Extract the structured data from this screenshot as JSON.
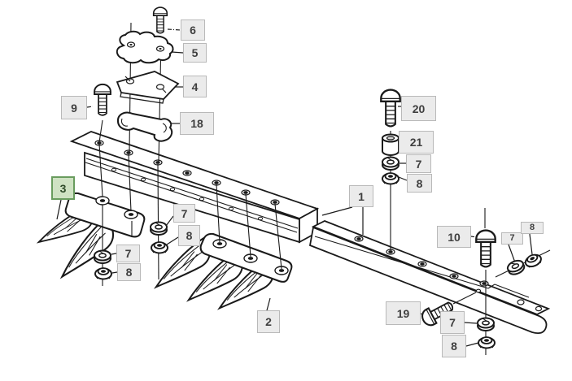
{
  "figure_alt": "exploded-parts-diagram-of-cutterbar-knife-assembly",
  "colors": {
    "background": "#ffffff",
    "line": "#1a1a1a",
    "callout_fill": "#ebebeb",
    "callout_border": "#b9b9b9",
    "callout_text": "#3f3f3f",
    "highlight_fill": "#cfe2c3",
    "highlight_border": "#699c5e"
  },
  "callouts": [
    {
      "label": "6",
      "highlighted": false
    },
    {
      "label": "5",
      "highlighted": false
    },
    {
      "label": "4",
      "highlighted": false
    },
    {
      "label": "9",
      "highlighted": false
    },
    {
      "label": "18",
      "highlighted": false
    },
    {
      "label": "3",
      "highlighted": true
    },
    {
      "label": "7",
      "highlighted": false
    },
    {
      "label": "8",
      "highlighted": false
    },
    {
      "label": "7",
      "highlighted": false
    },
    {
      "label": "8",
      "highlighted": false
    },
    {
      "label": "2",
      "highlighted": false
    },
    {
      "label": "1",
      "highlighted": false
    },
    {
      "label": "20",
      "highlighted": false
    },
    {
      "label": "21",
      "highlighted": false
    },
    {
      "label": "7",
      "highlighted": false
    },
    {
      "label": "8",
      "highlighted": false
    },
    {
      "label": "10",
      "highlighted": false
    },
    {
      "label": "7",
      "highlighted": false
    },
    {
      "label": "8",
      "highlighted": false
    },
    {
      "label": "19",
      "highlighted": false
    },
    {
      "label": "7",
      "highlighted": false
    },
    {
      "label": "8",
      "highlighted": false
    }
  ]
}
